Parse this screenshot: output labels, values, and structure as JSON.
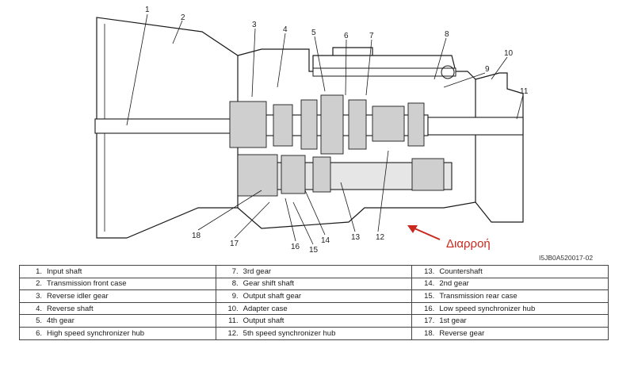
{
  "diagram": {
    "callouts": [
      "1",
      "2",
      "3",
      "4",
      "5",
      "6",
      "7",
      "8",
      "9",
      "10",
      "11",
      "12",
      "13",
      "14",
      "15",
      "16",
      "17",
      "18"
    ],
    "leak_label": "Διαρροή",
    "figure_code": "I5JB0A520017-02",
    "colors": {
      "line": "#1a1a1a",
      "shade": "#bfbfbf",
      "leak": "#c8281e"
    }
  },
  "legend": [
    [
      {
        "num": "1.",
        "text": "Input shaft"
      },
      {
        "num": "7.",
        "text": "3rd gear"
      },
      {
        "num": "13.",
        "text": "Countershaft"
      }
    ],
    [
      {
        "num": "2.",
        "text": "Transmission front case"
      },
      {
        "num": "8.",
        "text": "Gear shift shaft"
      },
      {
        "num": "14.",
        "text": "2nd gear"
      }
    ],
    [
      {
        "num": "3.",
        "text": "Reverse idler gear"
      },
      {
        "num": "9.",
        "text": "Output shaft gear"
      },
      {
        "num": "15.",
        "text": "Transmission rear case"
      }
    ],
    [
      {
        "num": "4.",
        "text": "Reverse shaft"
      },
      {
        "num": "10.",
        "text": "Adapter case"
      },
      {
        "num": "16.",
        "text": "Low speed synchronizer hub"
      }
    ],
    [
      {
        "num": "5.",
        "text": "4th gear"
      },
      {
        "num": "11.",
        "text": "Output shaft"
      },
      {
        "num": "17.",
        "text": "1st gear"
      }
    ],
    [
      {
        "num": "6.",
        "text": "High speed synchronizer hub"
      },
      {
        "num": "12.",
        "text": "5th speed synchronizer hub"
      },
      {
        "num": "18.",
        "text": "Reverse gear"
      }
    ]
  ]
}
